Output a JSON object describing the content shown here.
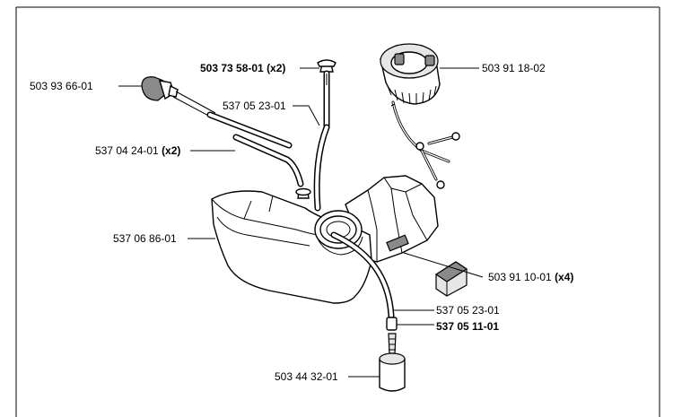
{
  "labels": [
    {
      "id": "lbl-503736801",
      "parts": [
        {
          "text": "503 73 58-01 (x2)",
          "bold": true
        }
      ]
    },
    {
      "id": "lbl-503911802",
      "parts": [
        {
          "text": "503 91 18-02",
          "bold": false
        }
      ]
    },
    {
      "id": "lbl-503936601",
      "parts": [
        {
          "text": "503 93 66-01",
          "bold": false
        }
      ]
    },
    {
      "id": "lbl-537052301-top",
      "parts": [
        {
          "text": "537 05 23-01",
          "bold": false
        }
      ]
    },
    {
      "id": "lbl-537042401",
      "parts": [
        {
          "text": "537 04 24-01 ",
          "bold": false
        },
        {
          "text": "(x2)",
          "bold": true
        }
      ]
    },
    {
      "id": "lbl-537068601",
      "parts": [
        {
          "text": "537 06 86-01",
          "bold": false
        }
      ]
    },
    {
      "id": "lbl-503911001",
      "parts": [
        {
          "text": "503 91 10-01 ",
          "bold": false
        },
        {
          "text": "(x4)",
          "bold": true
        }
      ]
    },
    {
      "id": "lbl-537052301-bottom",
      "parts": [
        {
          "text": "537 05 23-01",
          "bold": false
        }
      ]
    },
    {
      "id": "lbl-537051101",
      "parts": [
        {
          "text": "537 05 11-01",
          "bold": true
        }
      ]
    },
    {
      "id": "lbl-503443201",
      "parts": [
        {
          "text": "503 44 32-01",
          "bold": false
        }
      ]
    }
  ],
  "icons": {
    "fuel-tank": "fuel-tank-icon",
    "fuel-cap": "fuel-cap-icon",
    "fuel-filter": "fuel-filter-icon",
    "primer-valve": "primer-bulb-icon",
    "vibration-damper": "rubber-damper-icon",
    "grommet": "grommet-icon"
  }
}
